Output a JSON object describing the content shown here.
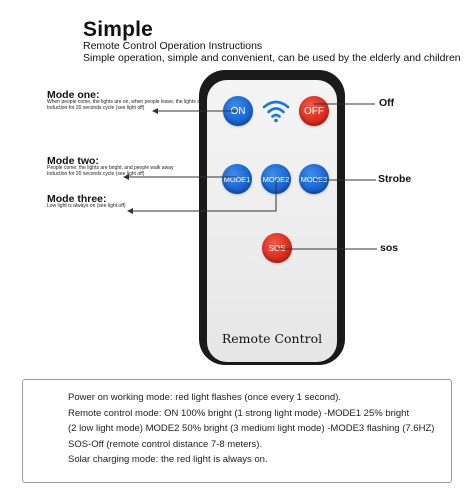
{
  "header": {
    "title": "Simple",
    "subtitle1": "Remote Control Operation Instructions",
    "subtitle2": "Simple operation, simple and convenient, can be used by the elderly and children"
  },
  "modes": [
    {
      "title": "Mode one:",
      "lines": [
        "When people come, the lights are on, when people leave, the lights are off",
        "Induction for 20 seconds cycle (see light off)"
      ]
    },
    {
      "title": "Mode two:",
      "lines": [
        "People come, the lights are bright, and people walk away",
        "Induction for 20 seconds cycle (see light off)"
      ]
    },
    {
      "title": "Mode three:",
      "lines": [
        "Low light is always on (see light off)"
      ]
    }
  ],
  "side_labels": {
    "off": "Off",
    "strobe": "Strobe",
    "sos": "sos"
  },
  "remote": {
    "label": "Remote Control",
    "buttons": {
      "on": "ON",
      "off": "OFF",
      "mode1": "MODE1",
      "mode2": "MODE2",
      "mode3": "MODE3",
      "sos": "SOS"
    },
    "signal_icon": "wifi-signal-icon",
    "colors": {
      "blue": "#1663d3",
      "red": "#da2a1a",
      "body": "#1a1a1a"
    }
  },
  "info": [
    "Power on working mode: red light flashes (once every 1 second).",
    "Remote control mode: ON 100% bright (1 strong light mode) -MODE1 25% bright",
    "(2 low light mode) MODE2 50% bright (3 medium light mode) -MODE3 flashing (7.6HZ)",
    "SOS-Off (remote control distance 7-8 meters).",
    "Solar charging mode: the red light is always on."
  ]
}
